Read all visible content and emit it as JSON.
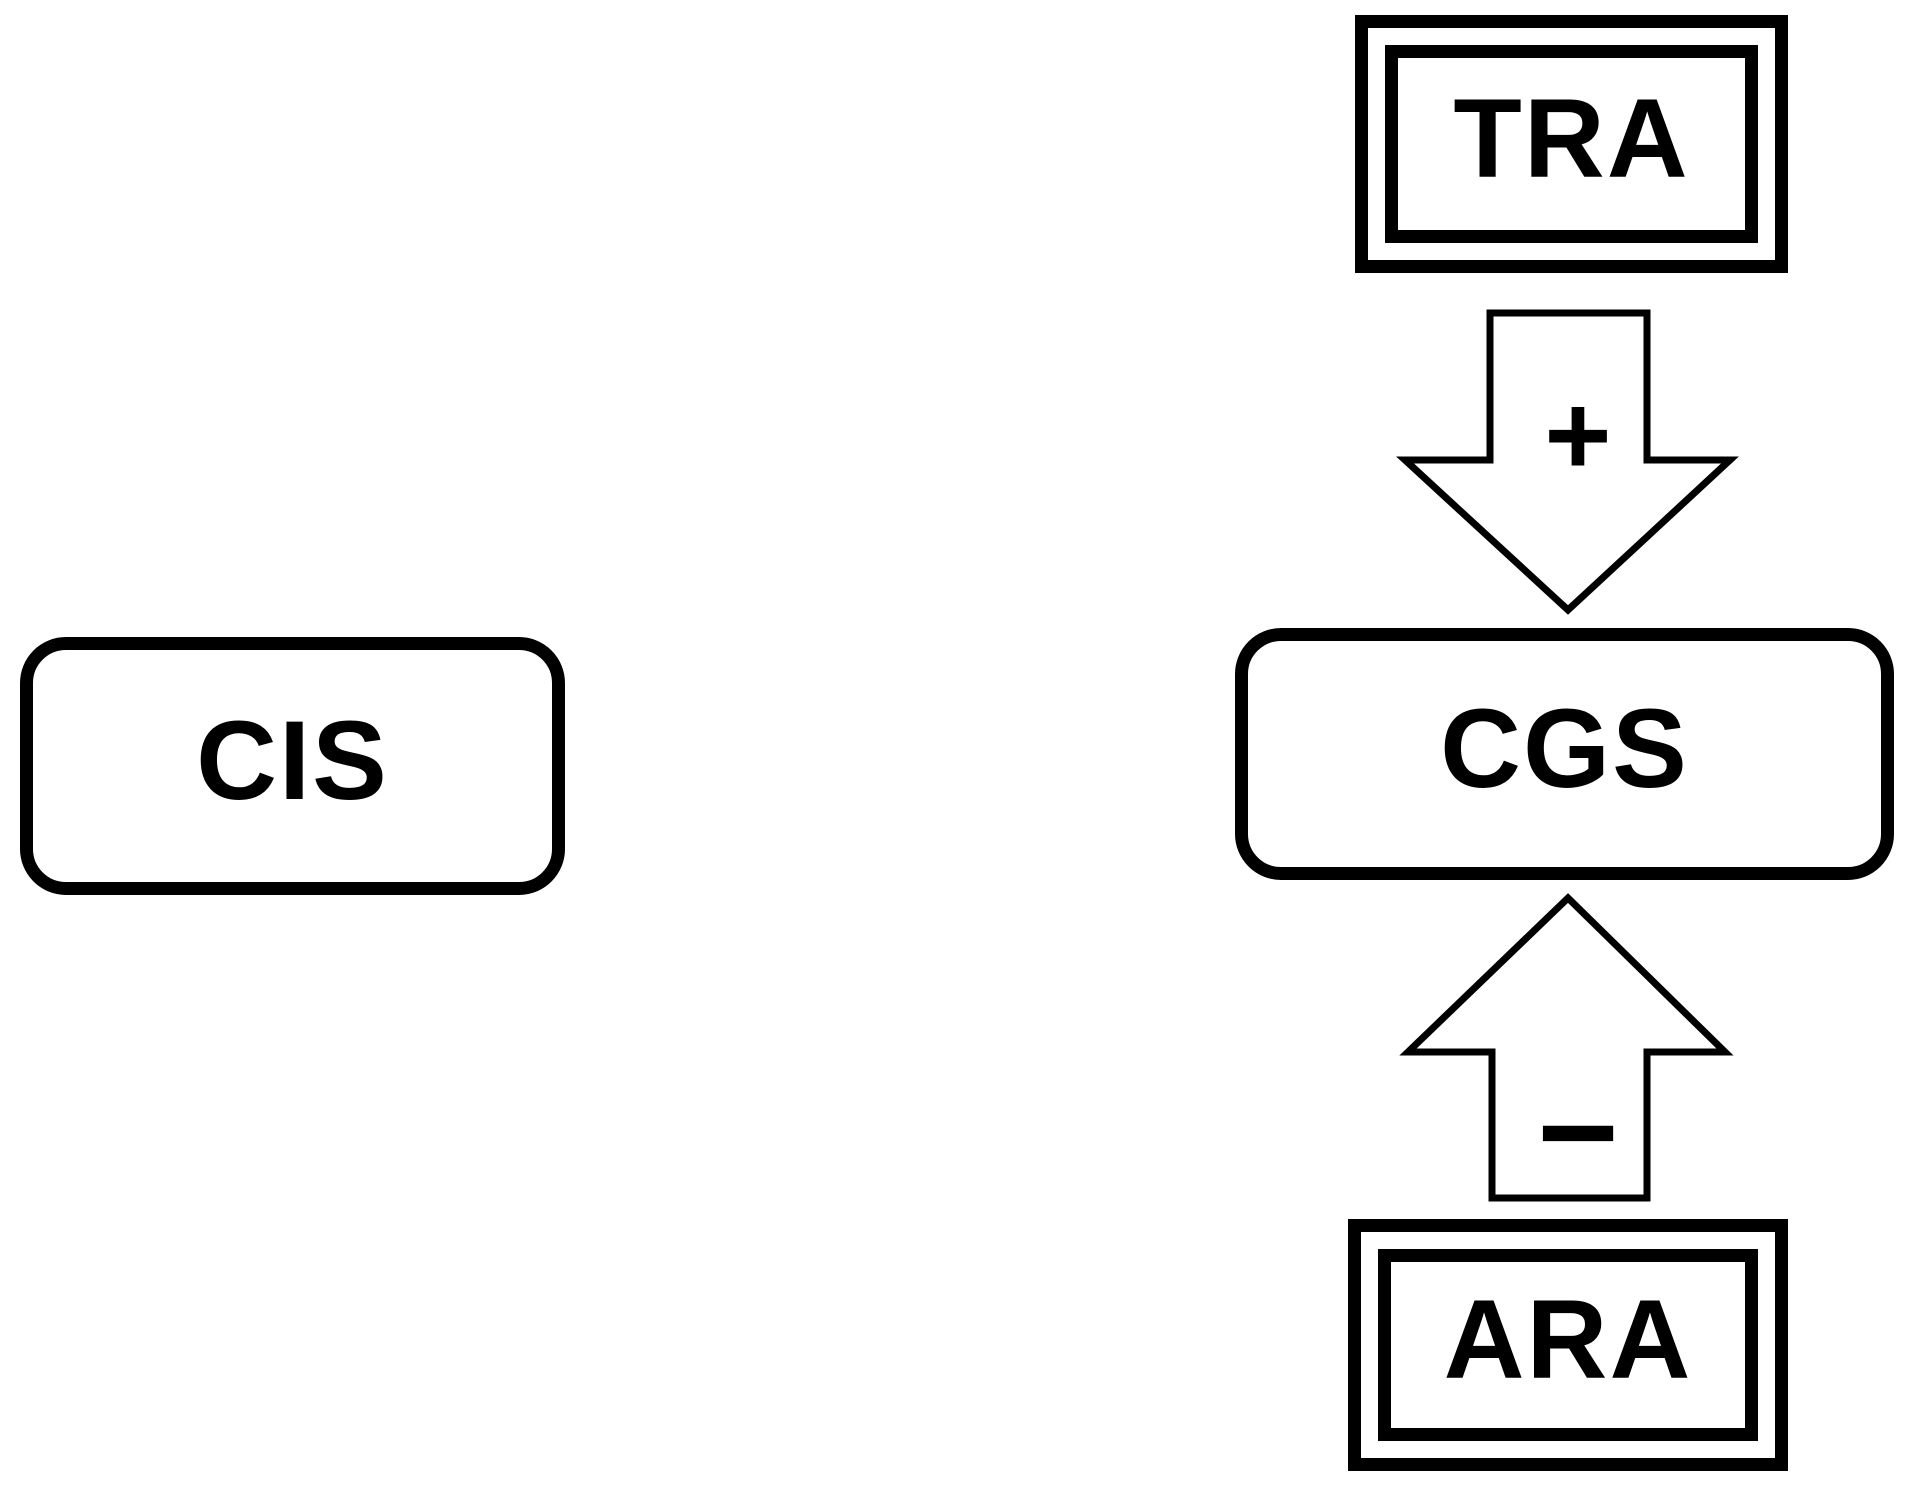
{
  "diagram": {
    "nodes": {
      "cis": {
        "label": "CIS",
        "shape": "rounded-rect"
      },
      "tra": {
        "label": "TRA",
        "shape": "double-border-rect"
      },
      "cgs": {
        "label": "CGS",
        "shape": "rounded-rect"
      },
      "ara": {
        "label": "ARA",
        "shape": "double-border-rect"
      }
    },
    "edges": [
      {
        "from": "TRA",
        "to": "CGS",
        "sign": "+",
        "direction": "down",
        "style": "block-arrow"
      },
      {
        "from": "ARA",
        "to": "CGS",
        "sign": "−",
        "direction": "up",
        "style": "block-arrow"
      }
    ],
    "colors": {
      "line": "#000000",
      "fill": "#ffffff",
      "text": "#000000"
    }
  }
}
